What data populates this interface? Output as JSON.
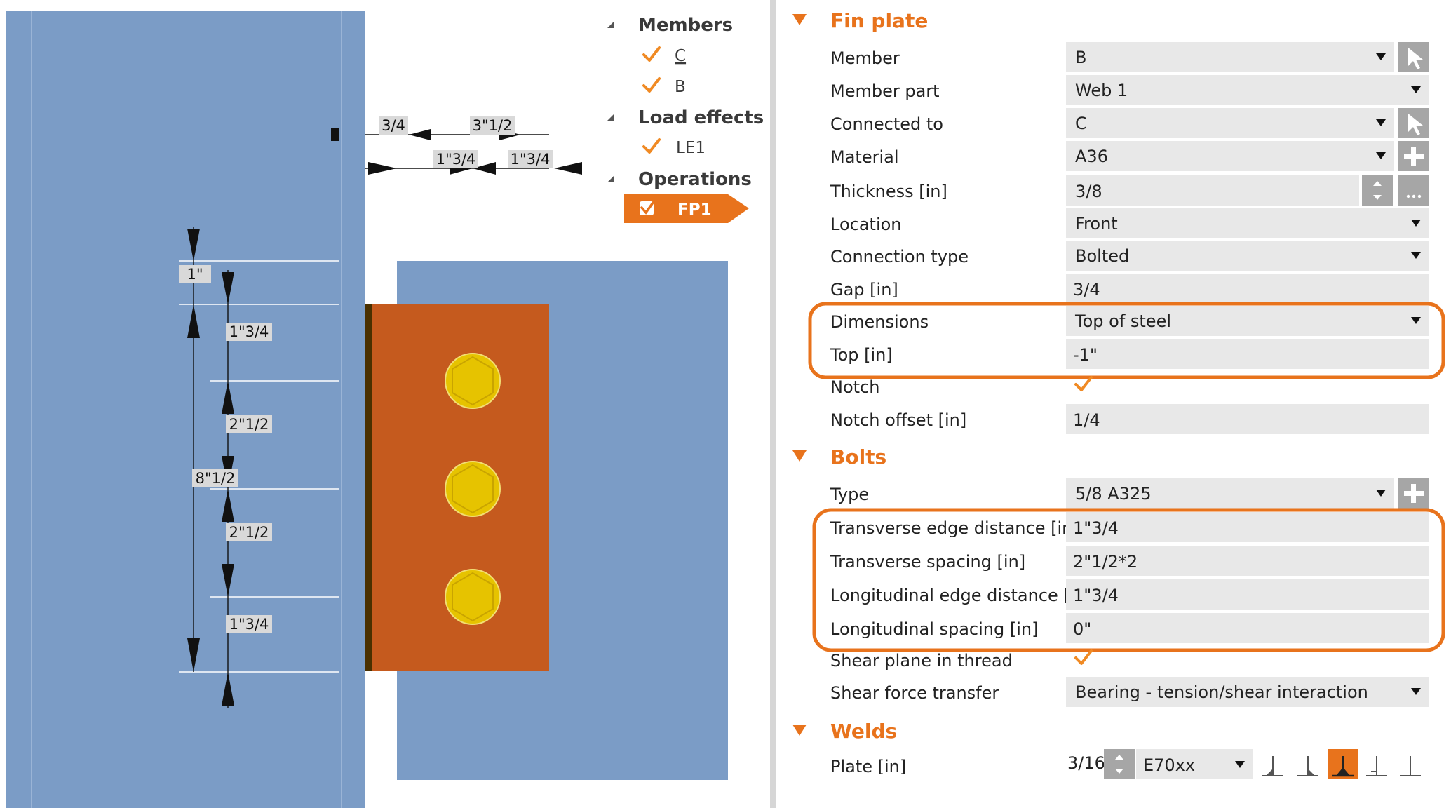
{
  "tree": {
    "members_header": "Members",
    "members": [
      {
        "label": "C"
      },
      {
        "label": "B"
      }
    ],
    "load_effects_header": "Load effects",
    "load_effects": [
      {
        "label": "LE1"
      }
    ],
    "operations_header": "Operations",
    "operations": [
      {
        "label": "FP1"
      }
    ]
  },
  "drawing": {
    "dim_3_4": "3/4",
    "dim_3_1_2": "3\"1/2",
    "dim_1_3_4_a": "1\"3/4",
    "dim_1_3_4_b": "1\"3/4",
    "dim_1": "1\"",
    "dim_v_1_3_4_top": "1\"3/4",
    "dim_v_2_1_2_a": "2\"1/2",
    "dim_v_8_1_2": "8\"1/2",
    "dim_v_2_1_2_b": "2\"1/2",
    "dim_v_1_3_4_bot": "1\"3/4"
  },
  "properties": {
    "fin_plate": {
      "title": "Fin plate",
      "member": {
        "label": "Member",
        "value": "B"
      },
      "member_part": {
        "label": "Member part",
        "value": "Web 1"
      },
      "connected_to": {
        "label": "Connected to",
        "value": "C"
      },
      "material": {
        "label": "Material",
        "value": "A36"
      },
      "thickness": {
        "label": "Thickness [in]",
        "value": "3/8"
      },
      "location": {
        "label": "Location",
        "value": "Front"
      },
      "connection_type": {
        "label": "Connection type",
        "value": "Bolted"
      },
      "gap": {
        "label": "Gap [in]",
        "value": "3/4"
      },
      "dimensions": {
        "label": "Dimensions",
        "value": "Top of steel"
      },
      "top": {
        "label": "Top [in]",
        "value": "-1\""
      },
      "notch": {
        "label": "Notch"
      },
      "notch_offset": {
        "label": "Notch offset [in]",
        "value": "1/4"
      }
    },
    "bolts": {
      "title": "Bolts",
      "type": {
        "label": "Type",
        "value": "5/8 A325"
      },
      "transverse_edge": {
        "label": "Transverse edge distance [in]",
        "value": "1\"3/4"
      },
      "transverse_spacing": {
        "label": "Transverse spacing [in]",
        "value": "2\"1/2*2"
      },
      "longitudinal_edge": {
        "label": "Longitudinal edge distance [in]",
        "value": "1\"3/4"
      },
      "longitudinal_spacing": {
        "label": "Longitudinal spacing [in]",
        "value": "0\""
      },
      "shear_plane": {
        "label": "Shear plane in thread"
      },
      "shear_force": {
        "label": "Shear force transfer",
        "value": "Bearing - tension/shear interaction"
      }
    },
    "welds": {
      "title": "Welds",
      "plate": {
        "label": "Plate [in]",
        "size": "3/16",
        "material": "E70xx"
      }
    }
  },
  "colors": {
    "steel": "#7b9cc6",
    "plate": "#c55a1e",
    "bolt": "#e0b800",
    "accent": "#e8731c"
  }
}
